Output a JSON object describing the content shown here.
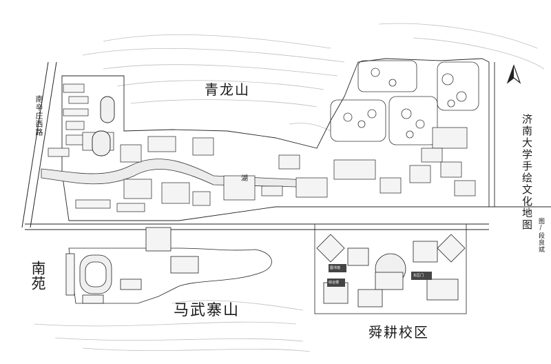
{
  "map": {
    "mountain_north": "青龙山",
    "mountain_south": "马武寨山",
    "district_south": "南苑",
    "campus_east": "舜耕校区",
    "road_west": "南辛庄西路",
    "map_title": "济南大学手绘文化地图",
    "author": "图/段良斌",
    "east_campus_tags": [
      "图书馆",
      "综合楼",
      "东区门"
    ],
    "lake": "湖",
    "colors": {
      "ink": "#1a1a1a",
      "road": "#d8d8d8",
      "paper": "#ffffff",
      "tag": "#444444"
    },
    "north_arrow_icon": "north-arrow-icon"
  }
}
